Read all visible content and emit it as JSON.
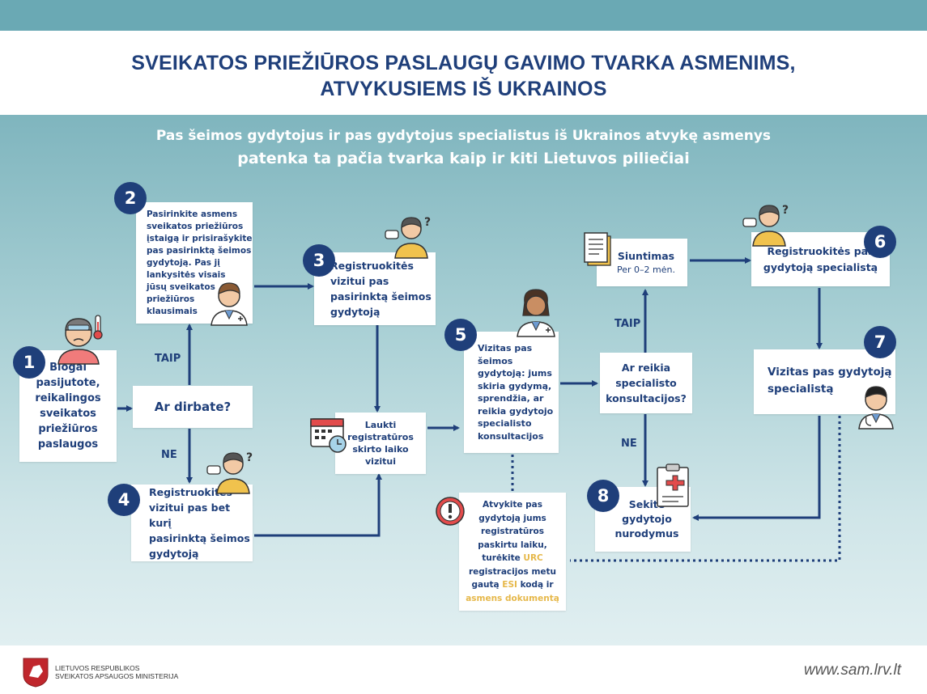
{
  "title": {
    "line1": "SVEIKATOS PRIEŽIŪROS PASLAUGŲ GAVIMO TVARKA ASMENIMS,",
    "line2": "ATVYKUSIEMS IŠ UKRAINOS"
  },
  "subtitle": {
    "line1": "Pas šeimos gydytojus ir pas gydytojus specialistus iš Ukrainos atvykę asmenys",
    "line2": "patenka ta pačia tvarka kaip ir kiti Lietuvos piliečiai"
  },
  "steps": {
    "s1": {
      "number": "1",
      "text": "Blogai\npasijutote,\nreikalingos\nsveikatos\npriežiūros\npaslaugos"
    },
    "s2": {
      "number": "2",
      "text": "Pasirinkite asmens\nsveikatos priežiūros\nįstaigą ir prisirašykite\npas pasirinktą šeimos\ngydytoją. Pas jį\nlankysitės visais\njūsų sveikatos\npriežiūros\nklausimais"
    },
    "s3": {
      "number": "3",
      "text": "Registruokitės\nvizitui pas\npasirinktą šeimos\ngydytoją"
    },
    "s4": {
      "number": "4",
      "text": "Registruokitės\nvizitui pas bet kurį\npasirinktą šeimos\ngydytoją"
    },
    "s5": {
      "number": "5",
      "text": "Vizitas pas\nšeimos\ngydytoją: jums\nskiria gydymą,\nsprendžia, ar\nreikia gydytojo\nspecialisto\nkonsultacijos"
    },
    "s6": {
      "number": "6",
      "text": "Registruokitės pas\ngydytoją specialistą"
    },
    "s7": {
      "number": "7",
      "text": "Vizitas pas gydytoją\nspecialistą"
    },
    "s8": {
      "number": "8",
      "text": "Sekite\ngydytojo\nnurodymus"
    }
  },
  "decisions": {
    "work": "Ar dirbate?",
    "specialist": "Ar reikia\nspecialisto\nkonsultacijos?"
  },
  "wait": "Laukti\nregistratūros\nskirto laiko\nvizitui",
  "referral": {
    "title": "Siuntimas",
    "period": "Per 0–2 mėn."
  },
  "note": {
    "text1": "Atvykite pas\ngydytoją jums\nregistratūros\npaskirtu laiku,\nturėkite ",
    "urc": "URC",
    "text2": "\nregistracijos metu\ngautą ",
    "esi": "ESI",
    "text3": " kodą ir\n",
    "docs": "asmens dokumentą"
  },
  "labels": {
    "yes_left": "TAIP",
    "no_left": "NE",
    "yes_right": "TAIP",
    "no_right": "NE"
  },
  "footer": {
    "ministry_line1": "LIETUVOS RESPUBLIKOS",
    "ministry_line2": "SVEIKATOS APSAUGOS MINISTERIJA",
    "website": "www.sam.lrv.lt"
  },
  "colors": {
    "primary": "#1f3f7a",
    "accent": "#e6b84a",
    "band": "#6aa9b4",
    "skin": "#f2c9a5",
    "shirt": "#f0c24d"
  },
  "icons": [
    "sick-person-icon",
    "thermometer-icon",
    "doctor-icon",
    "patient-question-icon",
    "calendar-clock-icon",
    "female-doctor-icon",
    "referral-document-icon",
    "medical-clipboard-icon",
    "warning-icon",
    "coat-of-arms-icon"
  ]
}
